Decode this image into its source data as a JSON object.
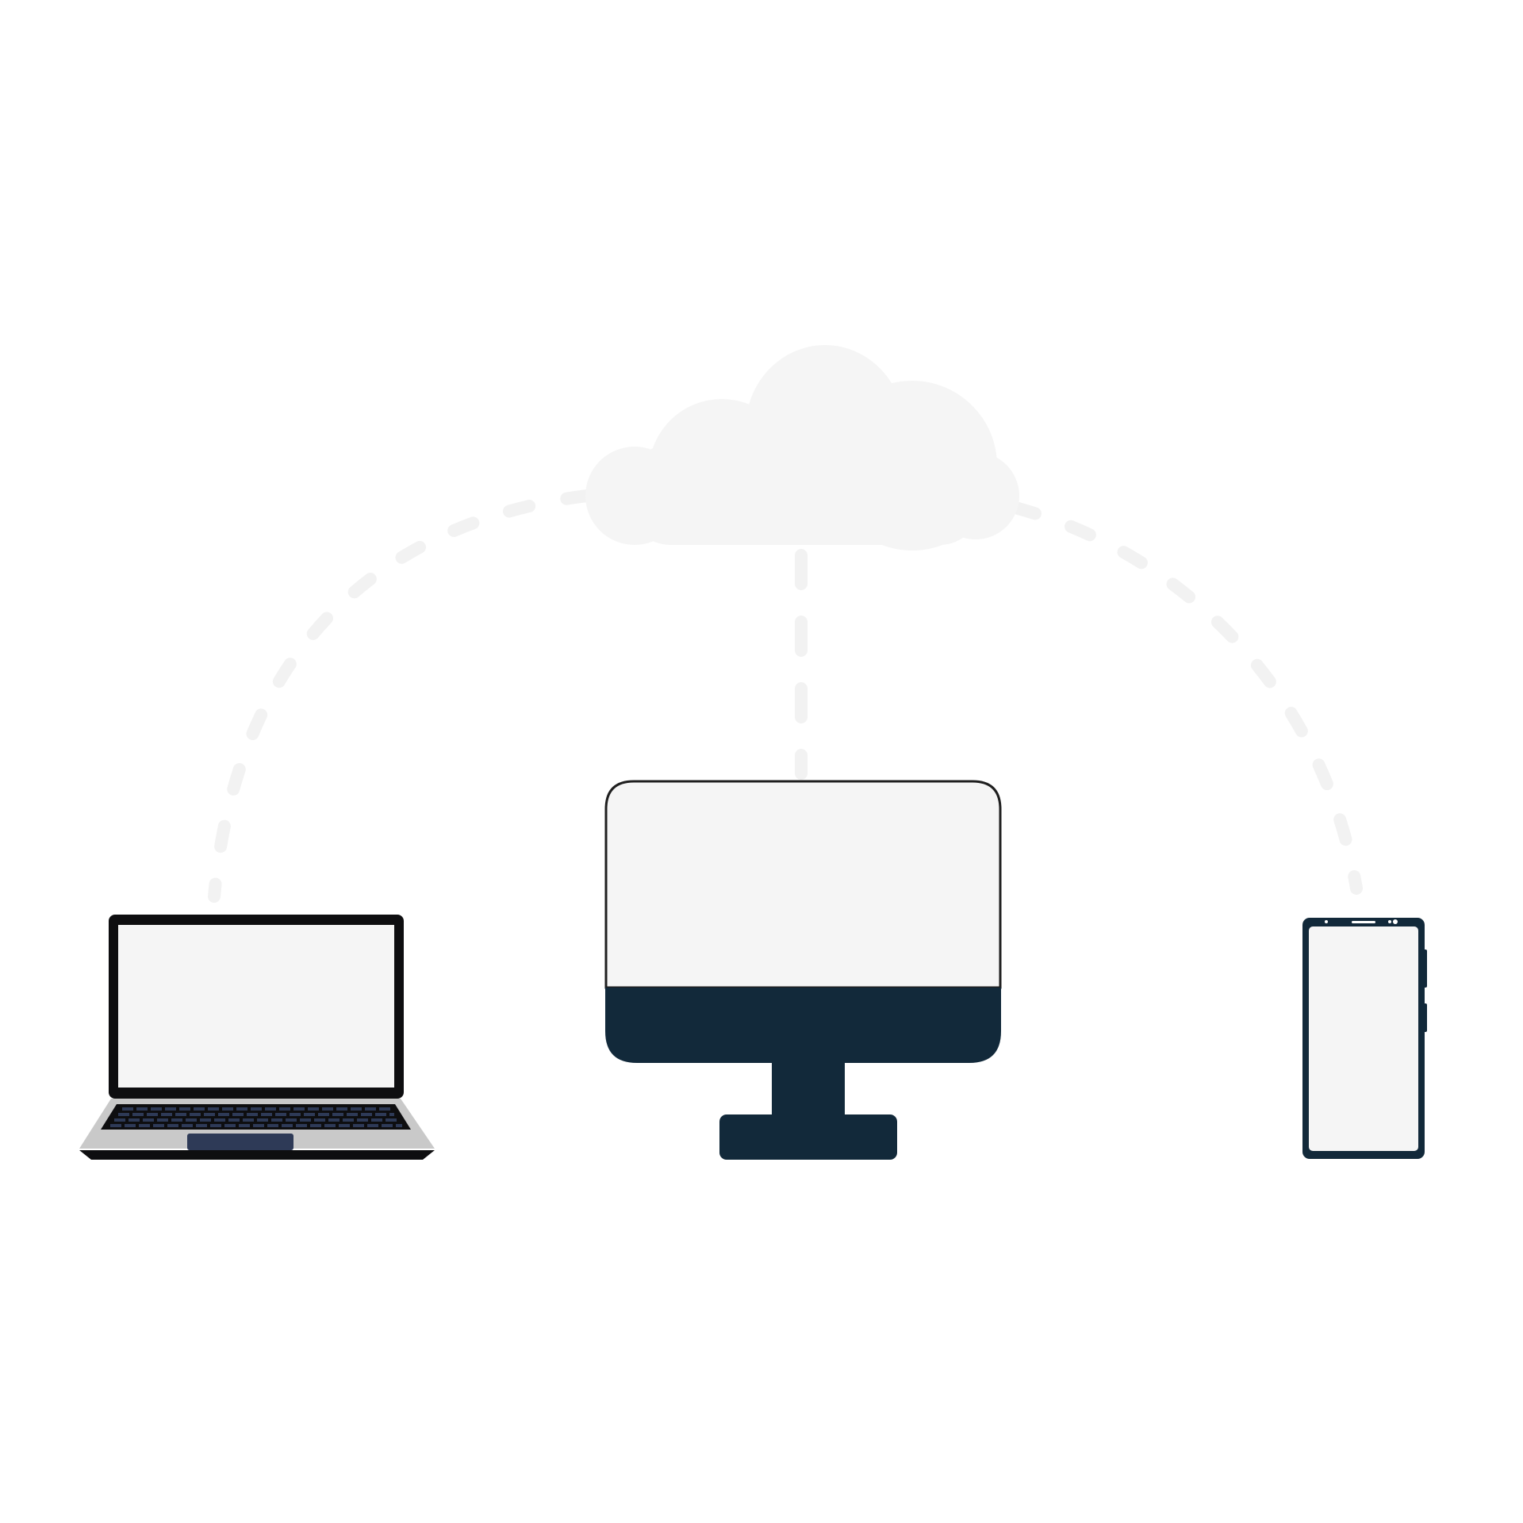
{
  "diagram": {
    "type": "cloud-sync-illustration",
    "nodes": [
      {
        "id": "cloud",
        "icon": "cloud-icon"
      },
      {
        "id": "laptop",
        "icon": "laptop-icon"
      },
      {
        "id": "desktop",
        "icon": "desktop-monitor-icon"
      },
      {
        "id": "phone",
        "icon": "smartphone-icon"
      }
    ],
    "connections": [
      {
        "from": "cloud",
        "to": "laptop",
        "style": "dashed"
      },
      {
        "from": "cloud",
        "to": "desktop",
        "style": "dashed"
      },
      {
        "from": "cloud",
        "to": "phone",
        "style": "dashed"
      }
    ]
  },
  "colors": {
    "background": "#ffffff",
    "cloud_fill": "#f5f5f5",
    "connector": "#f2f2f2",
    "screen": "#f5f5f5",
    "dark_navy": "#12293a",
    "laptop_bezel": "#0e0e10",
    "laptop_base": "#c9c9c9",
    "keyboard_keys": "#2e3a57"
  }
}
